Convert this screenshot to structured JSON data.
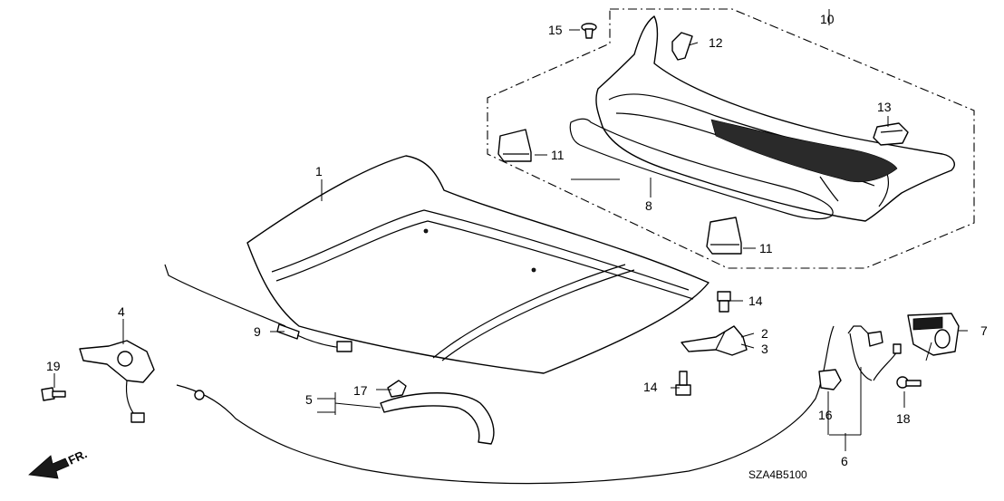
{
  "callouts": {
    "n1": "1",
    "n2": "2",
    "n3": "3",
    "n4": "4",
    "n5": "5",
    "n6": "6",
    "n7": "7",
    "n8": "8",
    "n9": "9",
    "n10": "10",
    "n11a": "11",
    "n11b": "11",
    "n12": "12",
    "n13": "13",
    "n14a": "14",
    "n14b": "14",
    "n15": "15",
    "n16": "16",
    "n17": "17",
    "n18": "18",
    "n19": "19"
  },
  "diagram_code": "SZA4B5100",
  "front_label": "FR.",
  "colors": {
    "line": "#000000",
    "background": "#ffffff"
  }
}
